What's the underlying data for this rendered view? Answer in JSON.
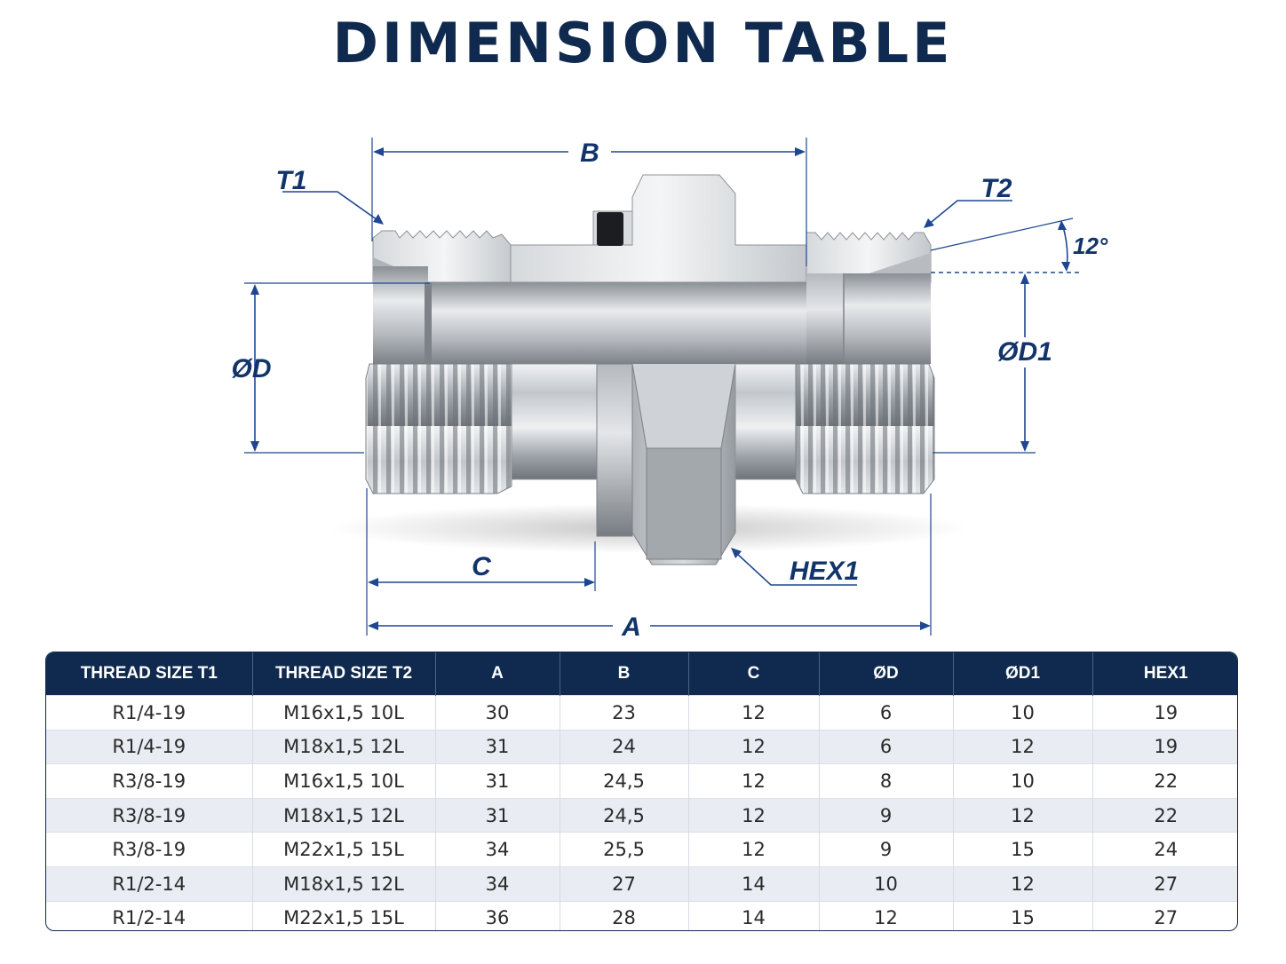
{
  "title": "DIMENSION TABLE",
  "diagram": {
    "labels": {
      "b": "B",
      "t1": "T1",
      "t2": "T2",
      "angle": "12°",
      "od": "ØD",
      "od1": "ØD1",
      "c": "C",
      "hex1": "HEX1",
      "a": "A"
    }
  },
  "colors": {
    "navy": "#0f2a4e",
    "dimension": "#1e4790",
    "steel": "#b9bec4"
  },
  "table": {
    "headers": [
      "THREAD SIZE T1",
      "THREAD SIZE T2",
      "A",
      "B",
      "C",
      "ØD",
      "ØD1",
      "HEX1"
    ],
    "rows": [
      [
        "R1/4-19",
        "M16x1,5 10L",
        "30",
        "23",
        "12",
        "6",
        "10",
        "19"
      ],
      [
        "R1/4-19",
        "M18x1,5 12L",
        "31",
        "24",
        "12",
        "6",
        "12",
        "19"
      ],
      [
        "R3/8-19",
        "M16x1,5 10L",
        "31",
        "24,5",
        "12",
        "8",
        "10",
        "22"
      ],
      [
        "R3/8-19",
        "M18x1,5 12L",
        "31",
        "24,5",
        "12",
        "9",
        "12",
        "22"
      ],
      [
        "R3/8-19",
        "M22x1,5 15L",
        "34",
        "25,5",
        "12",
        "9",
        "15",
        "24"
      ],
      [
        "R1/2-14",
        "M18x1,5 12L",
        "34",
        "27",
        "14",
        "10",
        "12",
        "27"
      ],
      [
        "R1/2-14",
        "M22x1,5 15L",
        "36",
        "28",
        "14",
        "12",
        "15",
        "27"
      ]
    ]
  }
}
